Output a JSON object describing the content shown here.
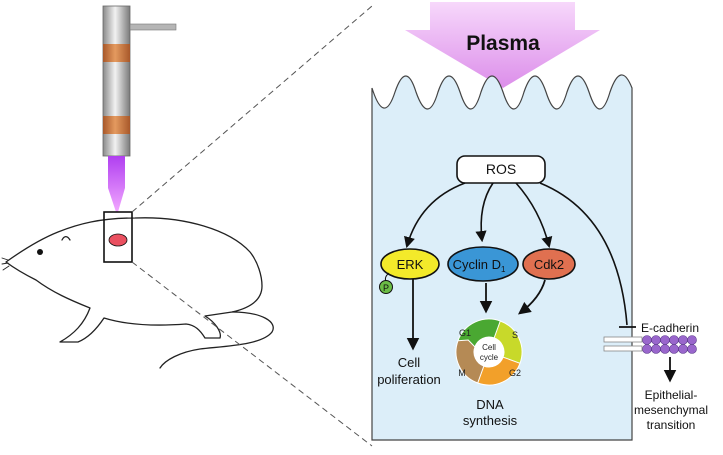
{
  "header": {
    "plasma_label": "Plasma"
  },
  "signaling": {
    "ros": "ROS",
    "erk": "ERK",
    "phospho": "P",
    "cyclin_main": "Cyclin D",
    "cyclin_sub": "1",
    "cdk2": "Cdk2"
  },
  "cell_cycle": {
    "center_line1": "Cell",
    "center_line2": "cycle",
    "phases": [
      "G1",
      "S",
      "G2",
      "M"
    ],
    "phase_colors": [
      "#4aa832",
      "#c8d92a",
      "#f2a02a",
      "#b58a55"
    ]
  },
  "outcomes": {
    "proliferation_line1": "Cell",
    "proliferation_line2": "poliferation",
    "dna_line1": "DNA",
    "dna_line2": "synthesis",
    "ecadherin": "E-cadherin",
    "emt_line1": "Epithelial-",
    "emt_line2": "mesenchymal",
    "emt_line3": "transition"
  },
  "colors": {
    "cell_fill": "#dceef9",
    "plasma_arrow": "#e4a6f0",
    "erk_fill": "#f3ea2a",
    "cyclin_fill": "#3a96d6",
    "cdk2_fill": "#e07050",
    "phospho_fill": "#6bbd45",
    "ecadherin_bead": "#9966cc",
    "beam": "#c855f0"
  }
}
